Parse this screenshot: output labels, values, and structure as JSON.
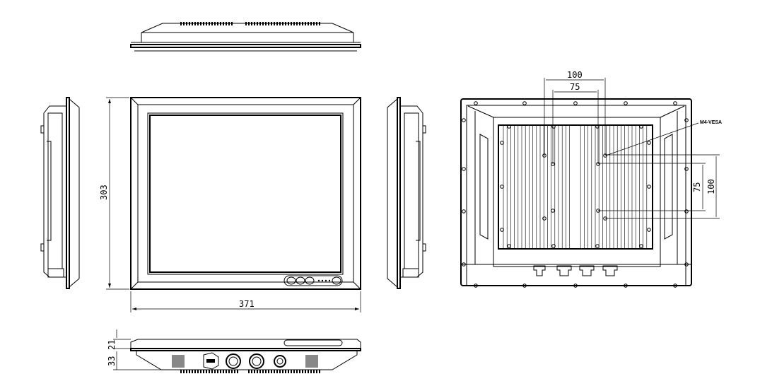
{
  "drawing": {
    "front_view": {
      "width_dim": "371",
      "height_dim": "303"
    },
    "back_view": {
      "vesa_h_outer": "100",
      "vesa_h_inner": "75",
      "vesa_v_inner": "75",
      "vesa_v_outer": "100",
      "callout": "M4-VESA"
    },
    "bottom_view": {
      "bezel_depth_dim": "21",
      "body_depth_dim": "33"
    }
  }
}
